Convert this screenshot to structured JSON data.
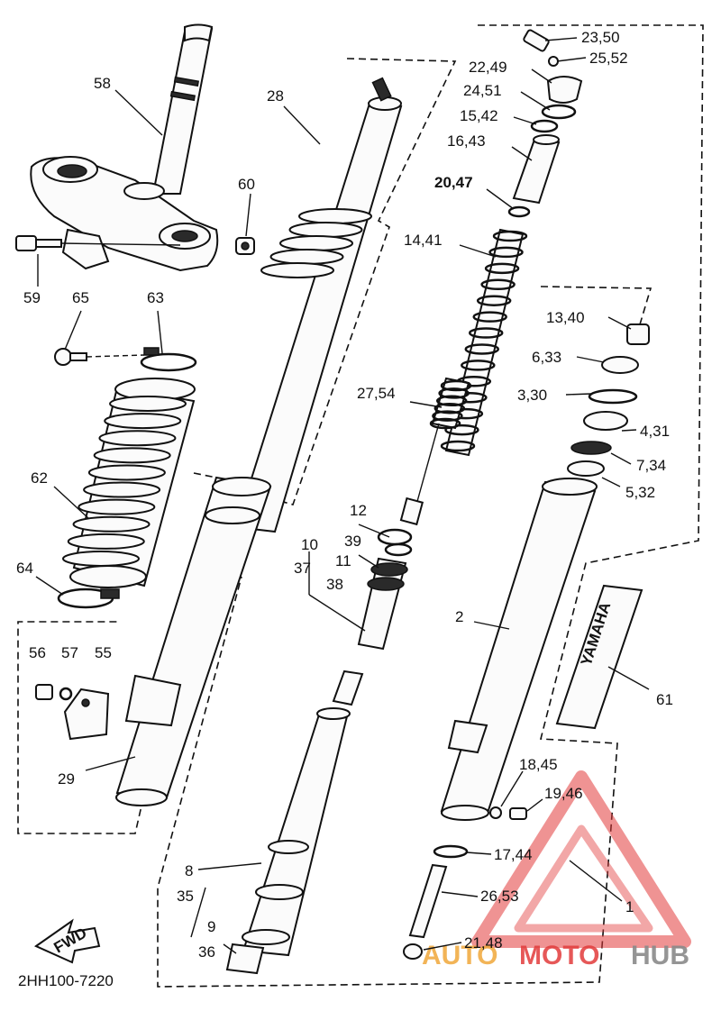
{
  "diagram_code": "2HH100-7220",
  "fwd_label": "FWD",
  "watermark": {
    "text_auto": "AUTO",
    "text_moto": "MOTO",
    "text_hub": "HUB",
    "color_red": "#e23b3b",
    "color_orange": "#f0a83a",
    "color_gray": "#8a8a8a"
  },
  "brand_decal": "YAMAHA",
  "callouts": {
    "c58": "58",
    "c28": "28",
    "c60": "60",
    "c59": "59",
    "c65": "65",
    "c63": "63",
    "c62": "62",
    "c64": "64",
    "c56": "56",
    "c57": "57",
    "c55": "55",
    "c29": "29",
    "c2350": "23,50",
    "c2552": "25,52",
    "c2249": "22,49",
    "c2451": "24,51",
    "c1542": "15,42",
    "c1643": "16,43",
    "c2047": "20,47",
    "c1441": "14,41",
    "c1340": "13,40",
    "c633": "6,33",
    "c330": "3,30",
    "c431": "4,31",
    "c734": "7,34",
    "c532": "5,32",
    "c2754": "27,54",
    "c12": "12",
    "c39": "39",
    "c10": "10",
    "c37": "37",
    "c11": "11",
    "c38": "38",
    "c2": "2",
    "c61": "61",
    "c1845": "18,45",
    "c1946": "19,46",
    "c1744": "17,44",
    "c2653": "26,53",
    "c1": "1",
    "c2148": "21,48",
    "c8": "8",
    "c35": "35",
    "c9": "9",
    "c36": "36"
  }
}
